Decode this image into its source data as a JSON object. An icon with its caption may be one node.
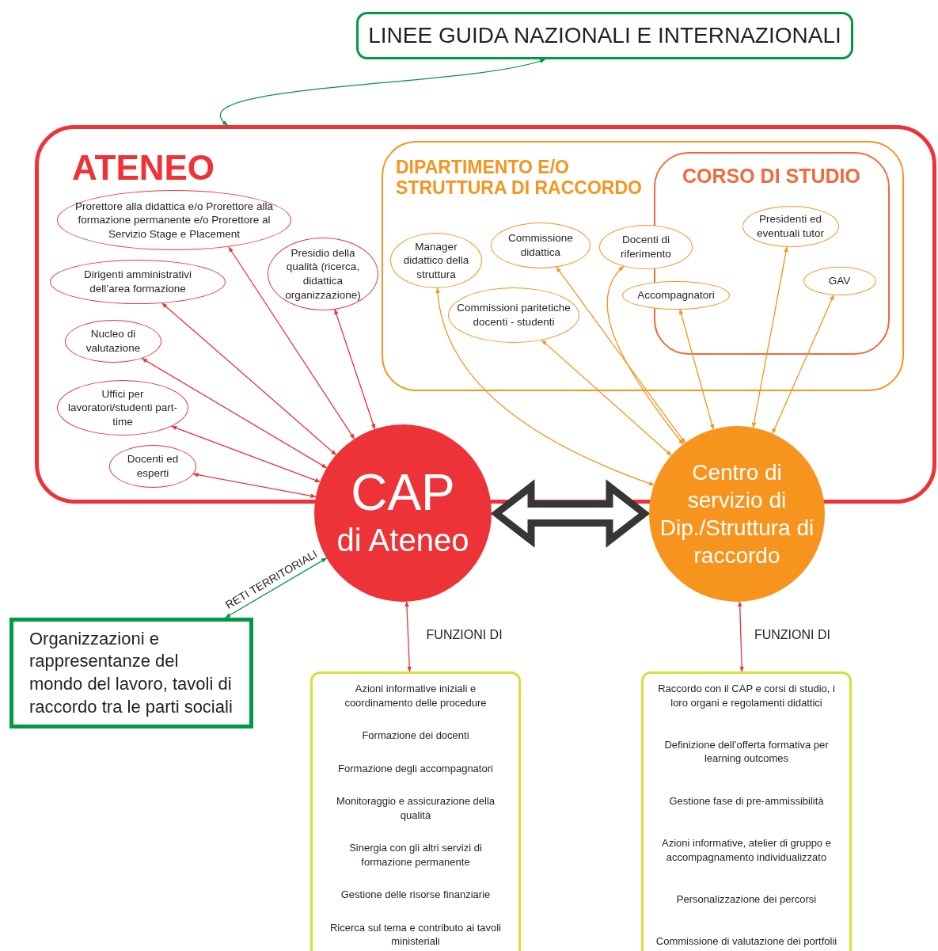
{
  "diagram": {
    "nodes": [
      {
        "text": [
          "LINEE GUIDA NAZIONALI E INTERNAZIONALI"
        ]
      },
      {
        "text": [
          "ATENEO"
        ]
      },
      {
        "text": [
          "Prorettore alla didattica e/o Prorettore alla formazione permanente e/o Prorettore al Servizio Stage e Placement"
        ],
        "in": 1
      },
      {
        "text": [
          "Dirigenti amministrativi dell’area formazione"
        ],
        "in": 1
      },
      {
        "text": [
          "Nucleo di valutazione"
        ],
        "in": 1
      },
      {
        "text": [
          "Uffici per lavoratori/studenti part-time"
        ],
        "in": 1
      },
      {
        "text": [
          "Docenti ed esperti"
        ],
        "in": 1
      },
      {
        "text": [
          "Presidio della qualità (ricerca, didattica organizzazione)"
        ],
        "in": 1
      },
      {
        "text": [
          "DIPARTIMENTO E/O STRUTTURA DI RACCORDO"
        ],
        "in": 1
      },
      {
        "text": [
          "Manager didattico della struttura"
        ],
        "in": 8
      },
      {
        "text": [
          "Commissione didattica"
        ],
        "in": 8
      },
      {
        "text": [
          "Commissioni paritetiche docenti - studenti"
        ],
        "in": 8
      },
      {
        "text": [
          "Docenti di riferimento"
        ],
        "in": 8
      },
      {
        "text": [
          "CORSO DI STUDIO"
        ],
        "in": 8
      },
      {
        "text": [
          "Accompagnatori"
        ],
        "in": 8
      },
      {
        "text": [
          "Presidenti ed eventuali tutor"
        ],
        "in": 13
      },
      {
        "text": [
          "GAV"
        ],
        "in": 13
      },
      {
        "text": [
          "CAP",
          "di Ateneo"
        ]
      },
      {
        "text": [
          "Centro di servizio di Dip./Struttura di raccordo"
        ]
      },
      {
        "text": [
          "Organizzazioni e rappresentanze del mondo del lavoro, tavoli di raccordo tra le parti sociali"
        ]
      },
      {
        "text": [
          "Azioni informative iniziali e coordinamento delle procedure",
          "Formazione dei docenti",
          "Formazione degli accompagnatori",
          "Monitoraggio e assicurazione della qualità",
          "Sinergia con gli altri servizi di formazione permanente",
          "Gestione delle risorse finanziarie",
          "Ricerca sul tema e contributo ai tavoli ministeriali"
        ]
      },
      {
        "text": [
          "Raccordo con il CAP e corsi di studio, i loro organi e regolamenti didattici",
          "Definizione dell’offerta formativa per learning outcomes",
          "Gestione fase di pre-ammissibilità",
          "Azioni informative, atelier di gruppo e accompagnamento individualizzato",
          "Personalizzazione dei percorsi",
          "Commissione di valutazione dei portfolii"
        ]
      }
    ],
    "edges": [
      {
        "from": 1,
        "to": 0,
        "arrow": "both",
        "color": "#009a44"
      },
      {
        "from": 17,
        "to": 2,
        "arrow": "both"
      },
      {
        "from": 17,
        "to": 3,
        "arrow": "both"
      },
      {
        "from": 17,
        "to": 4,
        "arrow": "both"
      },
      {
        "from": 17,
        "to": 5,
        "arrow": "both"
      },
      {
        "from": 17,
        "to": 6,
        "arrow": "both"
      },
      {
        "from": 17,
        "to": 7,
        "arrow": "both"
      },
      {
        "from": 18,
        "to": 9,
        "arrow": "both",
        "color": "#f7941d"
      },
      {
        "from": 18,
        "to": 10,
        "arrow": "both",
        "color": "#f7941d"
      },
      {
        "from": 18,
        "to": 11,
        "arrow": "both",
        "color": "#f7941d"
      },
      {
        "from": 18,
        "to": 12,
        "arrow": "both",
        "color": "#f7941d"
      },
      {
        "from": 18,
        "to": 14,
        "arrow": "both",
        "color": "#f7941d"
      },
      {
        "from": 18,
        "to": 15,
        "arrow": "both",
        "color": "#f7941d"
      },
      {
        "from": 18,
        "to": 16,
        "arrow": "both",
        "color": "#f7941d"
      },
      {
        "from": 17,
        "to": 18,
        "arrow": "both",
        "style": "thick",
        "color": "#363636"
      },
      {
        "from": 17,
        "to": 19,
        "arrow": "both",
        "label": "RETI TERRITORIALI",
        "color": "#009a44"
      },
      {
        "from": 17,
        "to": 20,
        "arrow": "both",
        "label": "FUNZIONI DI"
      },
      {
        "from": 18,
        "to": 21,
        "arrow": "both",
        "label": "FUNZIONI DI"
      }
    ]
  }
}
